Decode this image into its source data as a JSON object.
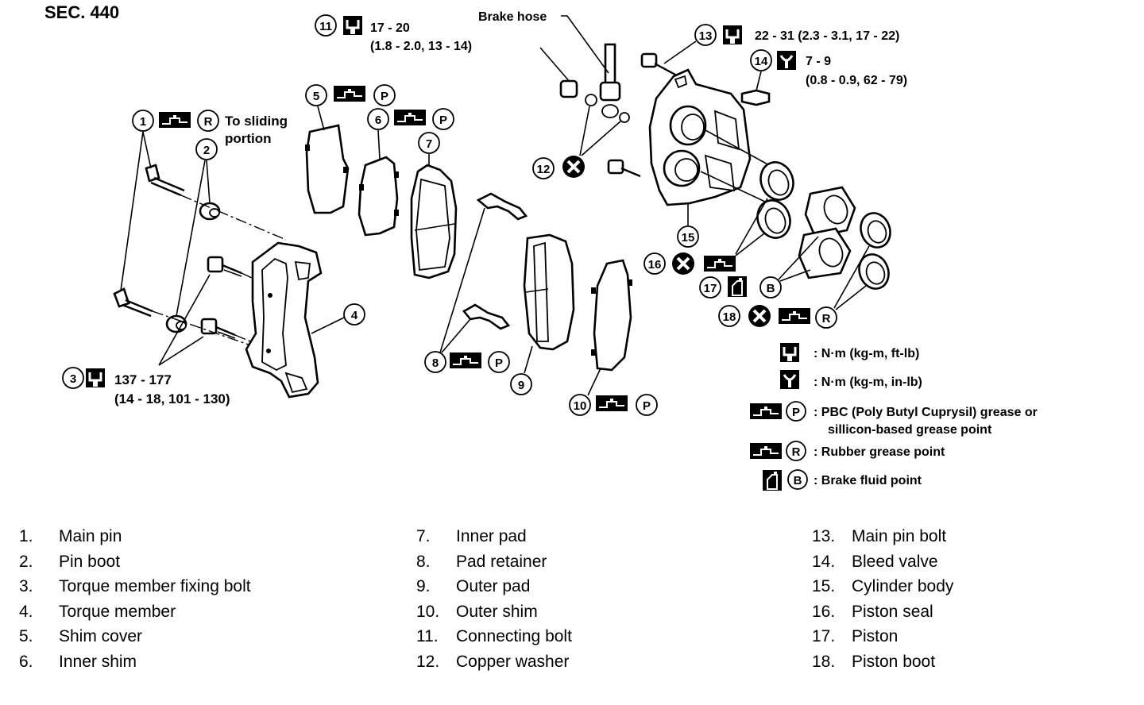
{
  "title": "SEC. 440",
  "callouts": {
    "to_sliding": [
      "To sliding",
      "portion"
    ],
    "torque_3": [
      "137 - 177",
      "(14 - 18, 101 - 130)"
    ],
    "torque_11": [
      "17 - 20",
      "(1.8 - 2.0, 13 - 14)"
    ],
    "torque_13": "22 - 31 (2.3 - 3.1, 17 - 22)",
    "torque_14": [
      "7 - 9",
      "(0.8 - 0.9, 62 - 79)"
    ],
    "brake_hose": "Brake hose"
  },
  "symbol_letters": {
    "pbc": "P",
    "rubber": "R",
    "fluid": "B"
  },
  "key": [
    {
      "text": ": N·m (kg-m, ft-lb)",
      "icon": "torque-wrench-icon"
    },
    {
      "text": ": N·m (kg-m, in-lb)",
      "icon": "torque-wrench-small-icon"
    },
    {
      "text": ": PBC (Poly Butyl Cuprysil) grease or",
      "text2": "sillicon-based grease point",
      "icon": "grease-p-icon"
    },
    {
      "text": ": Rubber grease point",
      "icon": "grease-r-icon"
    },
    {
      "text": ": Brake fluid point",
      "icon": "brake-fluid-icon"
    }
  ],
  "parts": [
    {
      "num": "1.",
      "name": "Main pin"
    },
    {
      "num": "2.",
      "name": "Pin boot"
    },
    {
      "num": "3.",
      "name": "Torque member fixing bolt"
    },
    {
      "num": "4.",
      "name": "Torque member"
    },
    {
      "num": "5.",
      "name": "Shim cover"
    },
    {
      "num": "6.",
      "name": "Inner shim"
    },
    {
      "num": "7.",
      "name": "Inner pad"
    },
    {
      "num": "8.",
      "name": "Pad retainer"
    },
    {
      "num": "9.",
      "name": "Outer pad"
    },
    {
      "num": "10.",
      "name": "Outer shim"
    },
    {
      "num": "11.",
      "name": "Connecting bolt"
    },
    {
      "num": "12.",
      "name": "Copper washer"
    },
    {
      "num": "13.",
      "name": "Main pin bolt"
    },
    {
      "num": "14.",
      "name": "Bleed valve"
    },
    {
      "num": "15.",
      "name": "Cylinder body"
    },
    {
      "num": "16.",
      "name": "Piston seal"
    },
    {
      "num": "17.",
      "name": "Piston"
    },
    {
      "num": "18.",
      "name": "Piston boot"
    }
  ],
  "diagram_numbers": [
    "1",
    "2",
    "3",
    "4",
    "5",
    "6",
    "7",
    "8",
    "9",
    "10",
    "11",
    "12",
    "13",
    "14",
    "15",
    "16",
    "17",
    "18"
  ]
}
